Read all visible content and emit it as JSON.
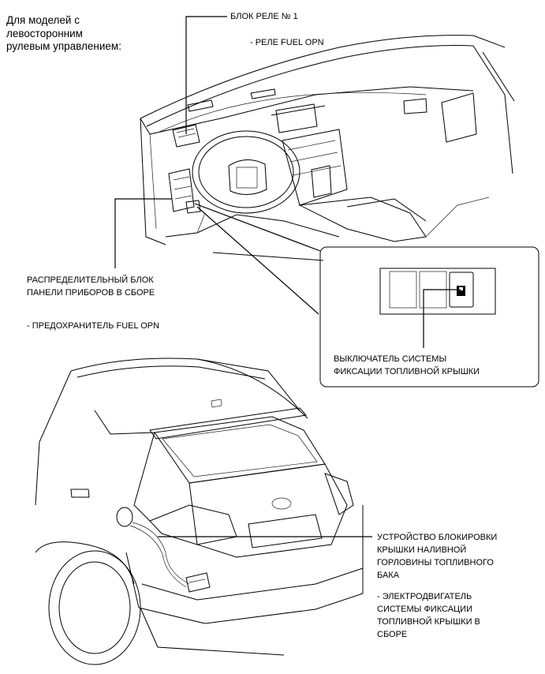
{
  "note_lhd": "Для моделей с\nлевосторонним\nрулевым управлением:",
  "labels": {
    "relay_block": "БЛОК РЕЛЕ № 1",
    "relay_item": "- РЕЛЕ FUEL OPN",
    "junction_block": "РАСПРЕДЕЛИТЕЛЬНЫЙ БЛОК\nПАНЕЛИ ПРИБОРОВ В СБОРЕ",
    "fuse_item": "- ПРЕДОХРАНИТЕЛЬ FUEL OPN",
    "switch": "ВЫКЛЮЧАТЕЛЬ СИСТЕМЫ\nФИКСАЦИИ ТОПЛИВНОЙ КРЫШКИ",
    "lock_device": "УСТРОЙСТВО БЛОКИРОВКИ\nКРЫШКИ НАЛИВНОЙ\nГОРЛОВИНЫ ТОПЛИВНОГО\nБАКА",
    "motor_item": "- ЭЛЕКТРОДВИГАТЕЛЬ\n  СИСТЕМЫ ФИКСАЦИИ\n  ТОПЛИВНОЙ КРЫШКИ В\n  СБОРЕ"
  }
}
